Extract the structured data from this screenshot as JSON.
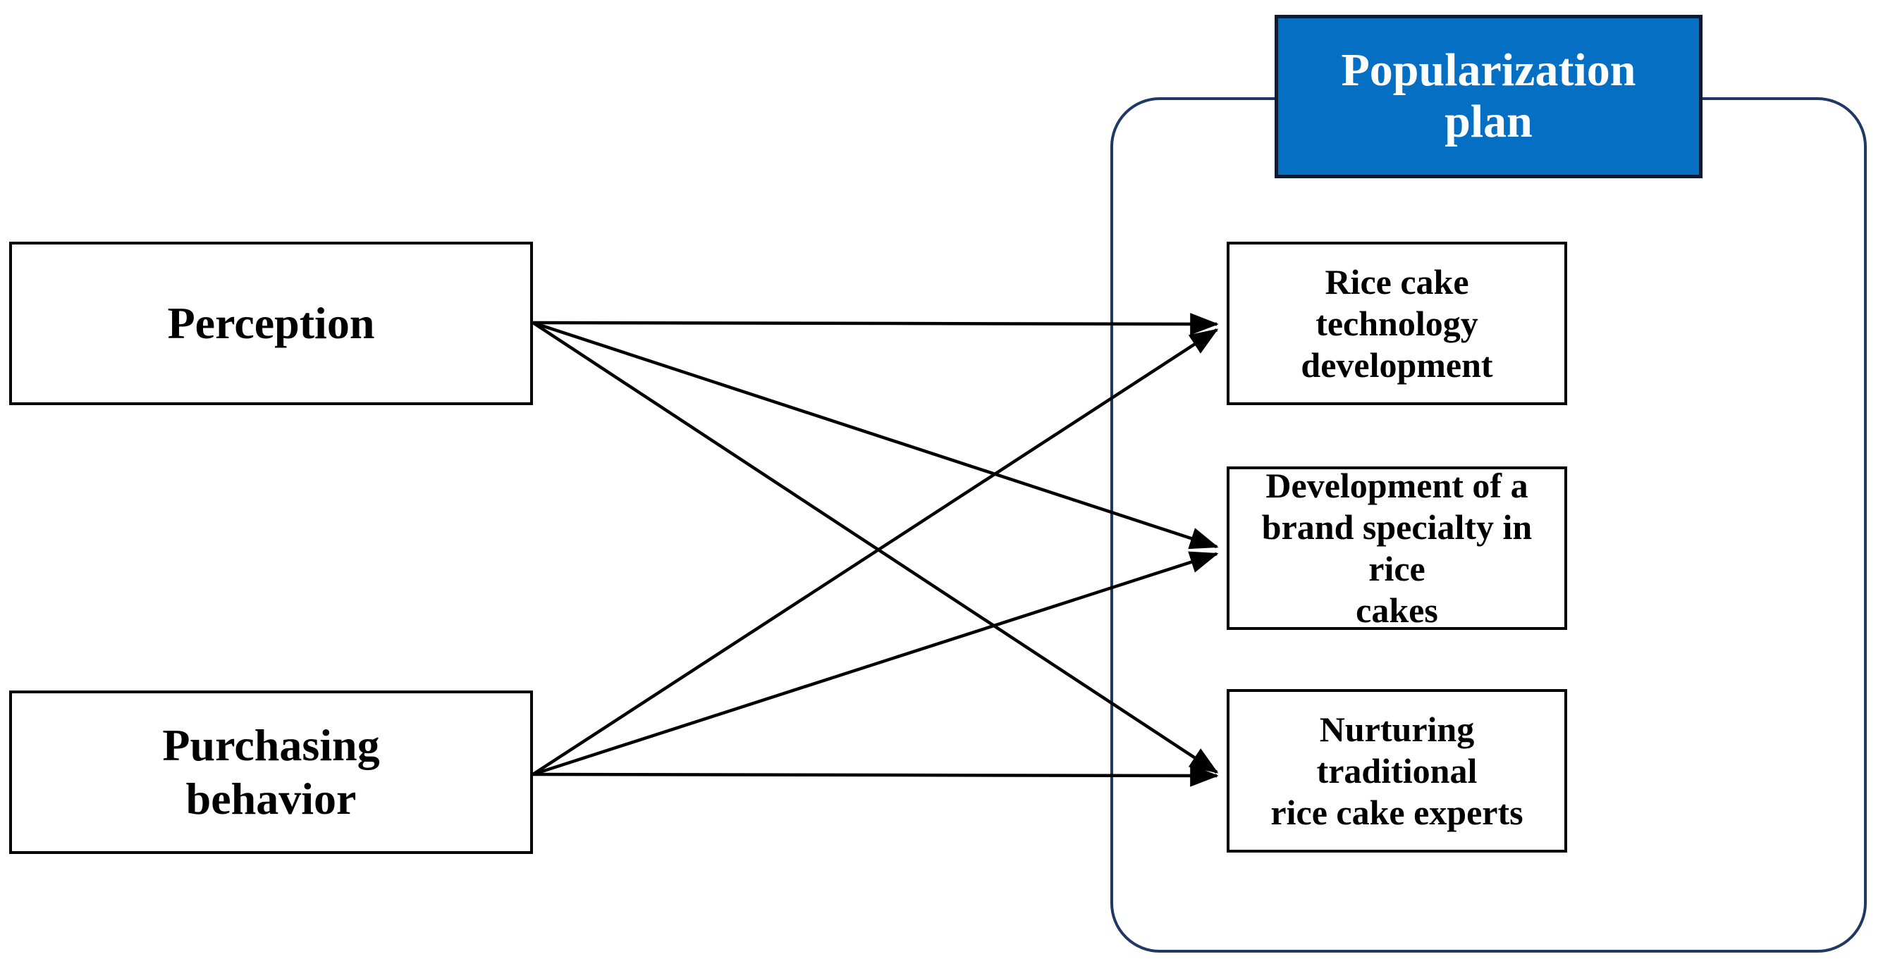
{
  "diagram": {
    "title": "Popularization plan",
    "type": "relationship-flow-diagram",
    "colors": {
      "banner_fill": "#0570C3",
      "banner_text": "#FFFFFF",
      "banner_border": "#0d1b33",
      "group_border": "#1F3864",
      "box_border": "#000000",
      "box_fill": "#FFFFFF",
      "connector": "#000000",
      "background": "#FFFFFF"
    }
  },
  "banner": {
    "label": "Popularization plan",
    "line1": "Popularization",
    "line2": "plan"
  },
  "antecedents": [
    {
      "id": "perception",
      "label": "Perception",
      "line1": "Perception",
      "line2": ""
    },
    {
      "id": "purchasing-behavior",
      "label": "Purchasing behavior",
      "line1": "Purchasing",
      "line2": "behavior"
    }
  ],
  "outcomes": [
    {
      "id": "rice-cake-technology-development",
      "label": "Rice cake technology development",
      "line1": "Rice cake technology",
      "line2": "development",
      "line3": ""
    },
    {
      "id": "brand-specialty-development",
      "label": "Development of a brand specialty in rice cakes",
      "line1": "Development of a",
      "line2": "brand specialty in rice",
      "line3": "cakes"
    },
    {
      "id": "traditional-rice-cake-experts",
      "label": "Nurturing traditional rice cake experts",
      "line1": "Nurturing traditional",
      "line2": "rice cake experts",
      "line3": ""
    }
  ],
  "connections": [
    {
      "from": "perception",
      "to": "rice-cake-technology-development",
      "arrow": "single"
    },
    {
      "from": "perception",
      "to": "brand-specialty-development",
      "arrow": "single"
    },
    {
      "from": "perception",
      "to": "traditional-rice-cake-experts",
      "arrow": "single"
    },
    {
      "from": "purchasing-behavior",
      "to": "rice-cake-technology-development",
      "arrow": "single"
    },
    {
      "from": "purchasing-behavior",
      "to": "brand-specialty-development",
      "arrow": "single"
    },
    {
      "from": "purchasing-behavior",
      "to": "traditional-rice-cake-experts",
      "arrow": "single"
    }
  ]
}
